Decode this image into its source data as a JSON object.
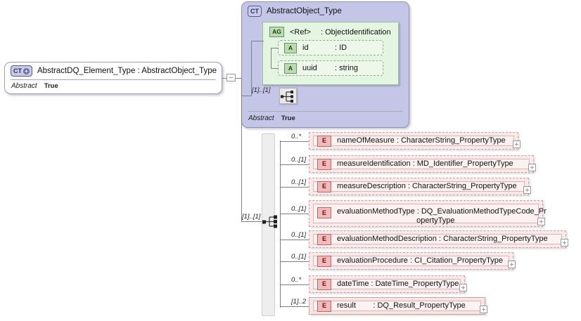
{
  "diagram": {
    "kind": "xsd-schema-diagram",
    "title": "AbstractDQ_Element_Type"
  },
  "root_type": {
    "tag": "CT",
    "plus_glyph": "+",
    "label": "AbstractDQ_Element_Type : AbstractObject_Type",
    "abstract_key": "Abstract",
    "abstract_value": "True"
  },
  "base_type": {
    "tag": "CT",
    "label": "AbstractObject_Type",
    "abstract_key": "Abstract",
    "abstract_value": "True",
    "occurrence": "[1]..[1]",
    "attribute_group": {
      "tag": "AG",
      "name": "<Ref>",
      "type": ": ObjectIdentification",
      "attributes": [
        {
          "tag": "A",
          "name": "id",
          "type": ": ID"
        },
        {
          "tag": "A",
          "name": "uuid",
          "type": ": string"
        }
      ]
    }
  },
  "sequence": {
    "occurrence": "[1]..[1]",
    "icon": "sequence-icon"
  },
  "elements": [
    {
      "tag": "E",
      "occurrence": "0..*",
      "label": "nameOfMeasure : CharacterString_PropertyType",
      "expandable": true,
      "style": "dashed",
      "lines": 1
    },
    {
      "tag": "E",
      "occurrence": "0..[1]",
      "label": "measureIdentification : MD_Identifier_PropertyType",
      "expandable": true,
      "style": "dashed",
      "lines": 1
    },
    {
      "tag": "E",
      "occurrence": "0..[1]",
      "label": "measureDescription : CharacterString_PropertyType",
      "expandable": true,
      "style": "dashed",
      "lines": 1
    },
    {
      "tag": "E",
      "occurrence": "0..[1]",
      "label": "evaluationMethodType : DQ_EvaluationMethodTypeCode_Pr\n                                     opertyType",
      "expandable": true,
      "style": "dashed",
      "lines": 2
    },
    {
      "tag": "E",
      "occurrence": "0..[1]",
      "label": "evaluationMethodDescription : CharacterString_PropertyType",
      "expandable": true,
      "style": "dashed",
      "lines": 1
    },
    {
      "tag": "E",
      "occurrence": "0..[1]",
      "label": "evaluationProcedure : CI_Citation_PropertyType",
      "expandable": true,
      "style": "dashed",
      "lines": 1
    },
    {
      "tag": "E",
      "occurrence": "0..*",
      "label": "dateTime : DateTime_PropertyType",
      "expandable": true,
      "style": "dashed",
      "lines": 1
    },
    {
      "tag": "E",
      "occurrence": "[1]..2",
      "label": "result        : DQ_Result_PropertyType",
      "expandable": true,
      "style": "solid",
      "lines": 1
    }
  ],
  "colors": {
    "complex_type_fill": "#c5c5e8",
    "attribute_group_fill": "#e4f5e1",
    "attribute_fill": "#edf8ea",
    "element_fill": "#fbe8e8",
    "element_tag": "#f6b9b9",
    "line": "#808080"
  }
}
